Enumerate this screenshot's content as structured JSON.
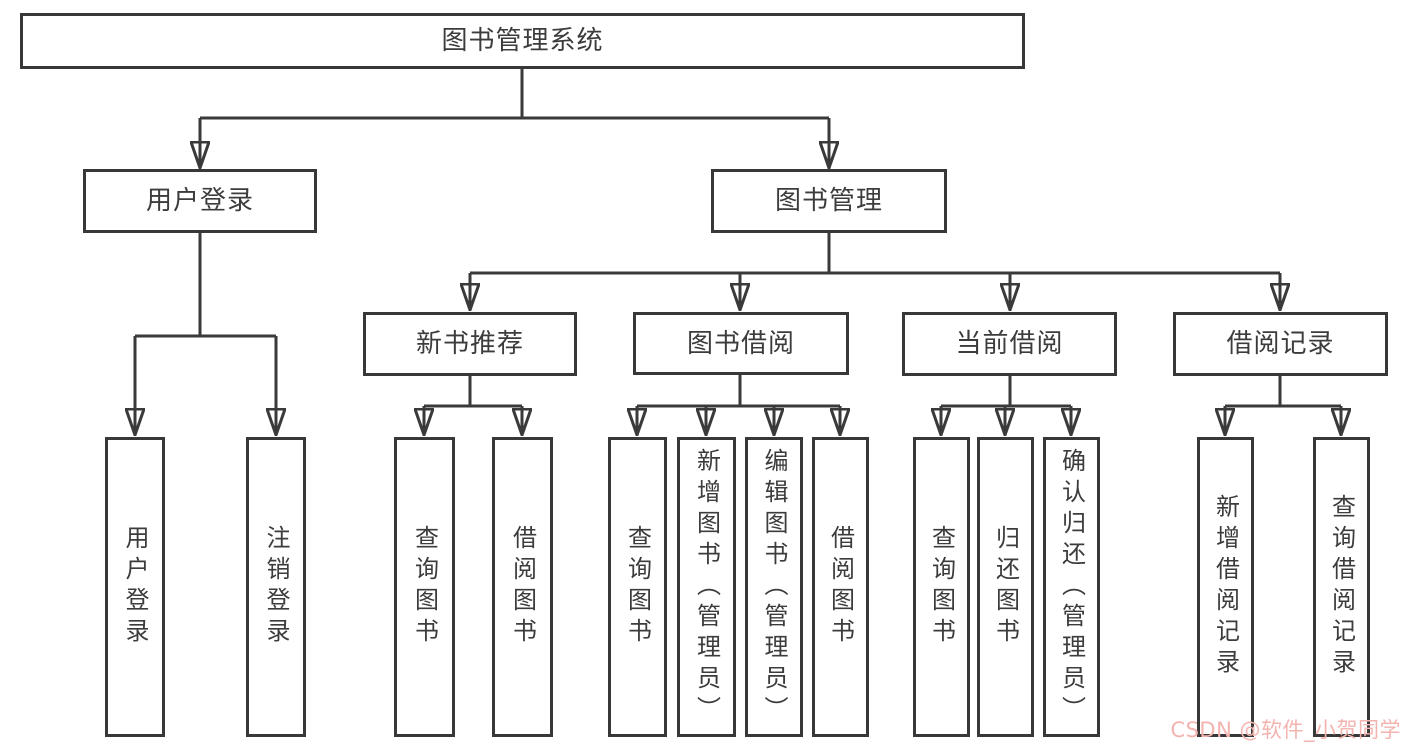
{
  "tree": {
    "root": {
      "label": "图书管理系统"
    },
    "branches": [
      {
        "label": "用户登录",
        "children": [
          {
            "label": "用户登录"
          },
          {
            "label": "注销登录"
          }
        ]
      },
      {
        "label": "图书管理",
        "children": [
          {
            "label": "新书推荐",
            "children": [
              {
                "label": "查询图书"
              },
              {
                "label": "借阅图书"
              }
            ]
          },
          {
            "label": "图书借阅",
            "children": [
              {
                "label": "查询图书"
              },
              {
                "label": "新增图书（管理员）"
              },
              {
                "label": "编辑图书（管理员）"
              },
              {
                "label": "借阅图书"
              }
            ]
          },
          {
            "label": "当前借阅",
            "children": [
              {
                "label": "查询图书"
              },
              {
                "label": "归还图书"
              },
              {
                "label": "确认归还（管理员）"
              }
            ]
          },
          {
            "label": "借阅记录",
            "children": [
              {
                "label": "新增借阅记录"
              },
              {
                "label": "查询借阅记录"
              }
            ]
          }
        ]
      }
    ]
  },
  "colors": {
    "line": "#3a3a3a",
    "box_border": "#383838",
    "text": "#3c3c3c",
    "watermark": "#f3b4b0",
    "background": "#ffffff"
  },
  "watermark": {
    "text": "CSDN @软件_小贺同学"
  }
}
